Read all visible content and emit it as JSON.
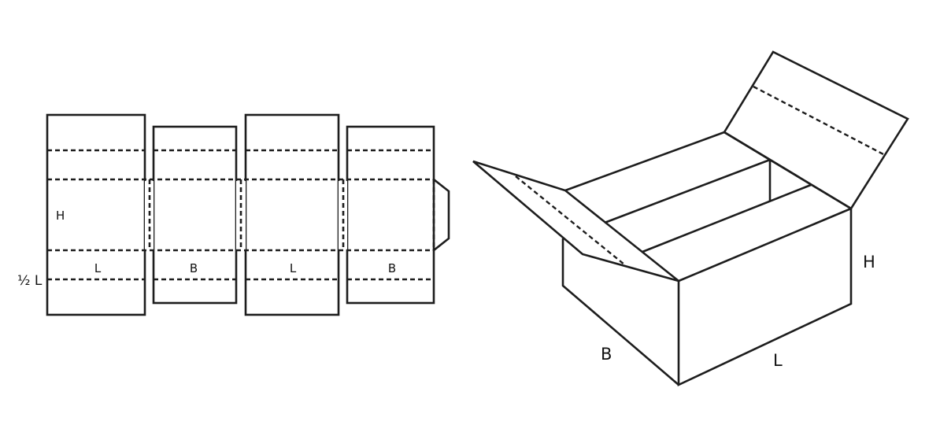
{
  "colors": {
    "line": "#1d1d1d",
    "background": "#ffffff"
  },
  "flat_layout": {
    "label_height": "H",
    "label_half_length": "½ L",
    "panel_labels": [
      "L",
      "B",
      "L",
      "B"
    ]
  },
  "box_3d": {
    "label_width": "B",
    "label_length": "L",
    "label_height": "H"
  }
}
